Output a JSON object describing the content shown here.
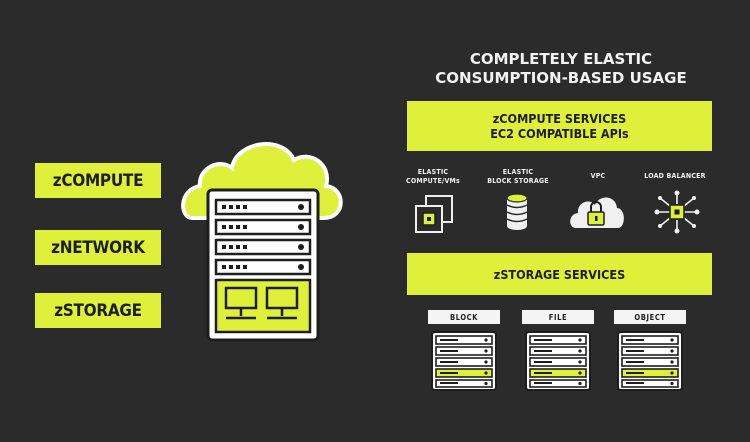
{
  "left_items": [
    {
      "label": "zCOMPUTE"
    },
    {
      "label": "zNETWORK"
    },
    {
      "label": "zSTORAGE"
    }
  ],
  "heading": {
    "line1": "COMPLETELY ELASTIC",
    "line2": "CONSUMPTION-BASED USAGE"
  },
  "compute_banner": {
    "line1": "zCOMPUTE SERVICES",
    "line2": "EC2 COMPATIBLE APIs"
  },
  "services": [
    {
      "line1": "ELASTIC",
      "line2": "COMPUTE/VMs",
      "icon": "compute-vm-icon"
    },
    {
      "line1": "ELASTIC",
      "line2": "BLOCK STORAGE",
      "icon": "database-icon"
    },
    {
      "line1": "VPC",
      "line2": "",
      "icon": "cloud-lock-icon"
    },
    {
      "line1": "LOAD BALANCER",
      "line2": "",
      "icon": "load-balancer-icon"
    }
  ],
  "storage_banner": {
    "label": "zSTORAGE SERVICES"
  },
  "storage_types": [
    {
      "label": "BLOCK"
    },
    {
      "label": "FILE"
    },
    {
      "label": "OBJECT"
    }
  ],
  "colors": {
    "background": "#2b2b2b",
    "accent": "#dff03a",
    "dark": "#1e1e1e",
    "light": "#f4f4f4"
  }
}
